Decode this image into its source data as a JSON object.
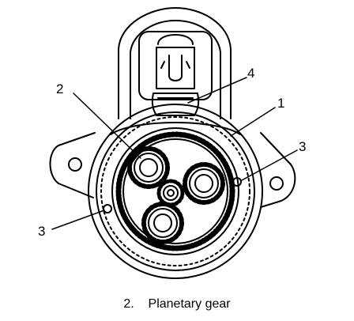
{
  "callouts": {
    "c1": "1",
    "c2": "2",
    "c3_right": "3",
    "c3_left": "3",
    "c4": "4"
  },
  "caption": {
    "number": "2.",
    "title": "Planetary gear"
  },
  "colors": {
    "ink": "#000000",
    "paper": "#ffffff"
  }
}
